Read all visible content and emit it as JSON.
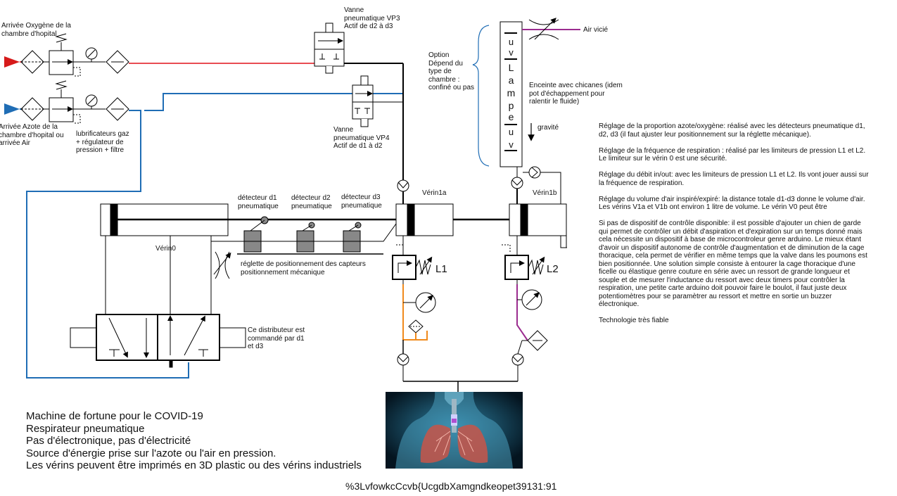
{
  "labels": {
    "oxygen_inlet": "Arrivée Oxygène de la\nchambre d'hopital",
    "nitrogen_inlet": "Arrivée Azote de la\nchambre d'hopital ou\narrivée Air",
    "lubricators": "lubrificateurs gaz\n+ régulateur de\npression + filtre",
    "valve_vp3": "Vanne\npneumatique VP3\nActif de d2 à d3",
    "valve_vp4": "Vanne\npneumatique VP4\nActif de d1 à d2",
    "option": "Option\nDépend du\ntype de\nchambre :\nconfiné ou pas",
    "air_vicie": "Air vicié",
    "enclosure": "Enceinte avec chicanes (idem\npot d'échappement pour\nralentir le fluide)",
    "gravity": "gravité",
    "lamp_letters": [
      "u",
      "v",
      "L",
      "a",
      "m",
      "p",
      "e",
      "u",
      "v"
    ],
    "detector_d1": "détecteur d1\npneumatique",
    "detector_d2": "détecteur d2\npneumatique",
    "detector_d3": "détecteur d3\npneumatique",
    "verin1a": "Vérin1a",
    "verin1b": "Vérin1b",
    "verin0": "Vérin0",
    "reglette": "réglette de positionnement des capteurs\npositionnement mécanique",
    "distributor": "Ce distributeur est\ncommandé par d1\net d3",
    "l1": "L1",
    "l2": "L2"
  },
  "notes": [
    "Réglage de la proportion azote/oxygène: réalisé avec les détecteurs pneumatique d1, d2, d3 (il faut ajuster leur positionnement sur la réglette mécanique).",
    "Réglage de la fréquence de respiration : réalisé par les limiteurs de pression L1 et L2. Le limiteur sur le vérin 0 est une sécurité.",
    "Réglage du débit in/out: avec les limiteurs de pression L1 et L2. Ils vont jouer aussi sur la fréquence de respiration.",
    "Réglage du volume d'air inspiré/expiré: la distance totale d1-d3 donne le volume d'air. Les vérins V1a et V1b ont environ 1 litre de volume. Le vérin V0 peut être",
    "Si pas de dispositif de contrôle disponible: il est possible d'ajouter un chien de garde qui permet de contrôler un débit d'aspiration et d'expiration sur un temps donné mais cela nécessite un dispositif à base de microcontroleur genre arduino. Le mieux étant d'avoir un dispositif autonome de contrôle d'augmentation et de diminution de la cage thoracique, cela permet de vérifier en même temps que la valve dans les poumons est bien positionnée. Une solution simple consiste à entourer la cage thoracique d'une ficelle ou élastique genre couture en série avec un ressort de grande longueur et souple et de mesurer l'inductance du ressort avec deux timers pour contrôler la respiration, une petite carte arduino doit pouvoir faire le boulot, il faut juste deux potentiomètres pour se paramètrer au ressort et mettre en sortie un buzzer électronique.",
    "Technologie très fiable"
  ],
  "summary": "Machine de fortune pour le COVID-19\nRespirateur pneumatique\nPas d'électronique, pas d'électricité\nSource d'énergie prise sur l'azote ou l'air en pression.\nLes vérins peuvent être imprimés en 3D plastic ou des vérins industriels",
  "footer_code": "%3LvfowkcCcvb{UcgdbXamgndkeopet39131:91",
  "colors": {
    "oxygen_line": "#e0101a",
    "nitrogen_line": "#1f6db5",
    "orange_line": "#f08a1c",
    "purple_line": "#9b2c8f",
    "black": "#000000"
  }
}
